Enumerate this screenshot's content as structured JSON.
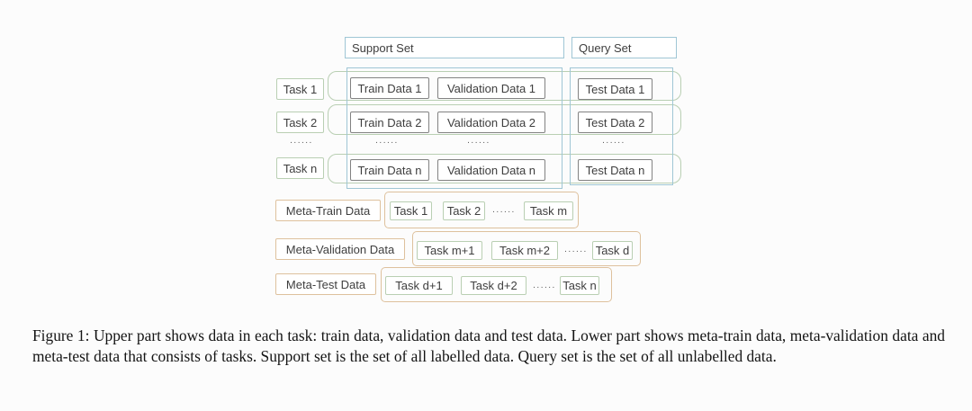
{
  "diagram": {
    "support_set_label": "Support Set",
    "query_set_label": "Query Set",
    "ellipsis": "......",
    "rows": [
      {
        "task": "Task 1",
        "train": "Train Data 1",
        "validation": "Validation Data 1",
        "test": "Test Data 1"
      },
      {
        "task": "Task 2",
        "train": "Train Data 2",
        "validation": "Validation Data 2",
        "test": "Test Data 2"
      },
      {
        "task": "Task n",
        "train": "Train Data n",
        "validation": "Validation Data n",
        "test": "Test Data n"
      }
    ],
    "meta_rows": [
      {
        "label": "Meta-Train Data",
        "tasks": [
          "Task 1",
          "Task 2",
          "Task m"
        ]
      },
      {
        "label": "Meta-Validation Data",
        "tasks": [
          "Task m+1",
          "Task m+2",
          "Task d"
        ]
      },
      {
        "label": "Meta-Test Data",
        "tasks": [
          "Task d+1",
          "Task d+2",
          "Task n"
        ]
      }
    ],
    "colors": {
      "blue": "#9fc6d5",
      "green": "#b9cfb3",
      "orange": "#dec19d",
      "gray": "#828282"
    }
  },
  "caption": "Figure 1: Upper part shows data in each task: train data, validation data and test data. Lower part shows meta-train data, meta-validation data and meta-test data that consists of tasks. Support set is the set of all labelled data. Query set is the set of all unlabelled data."
}
